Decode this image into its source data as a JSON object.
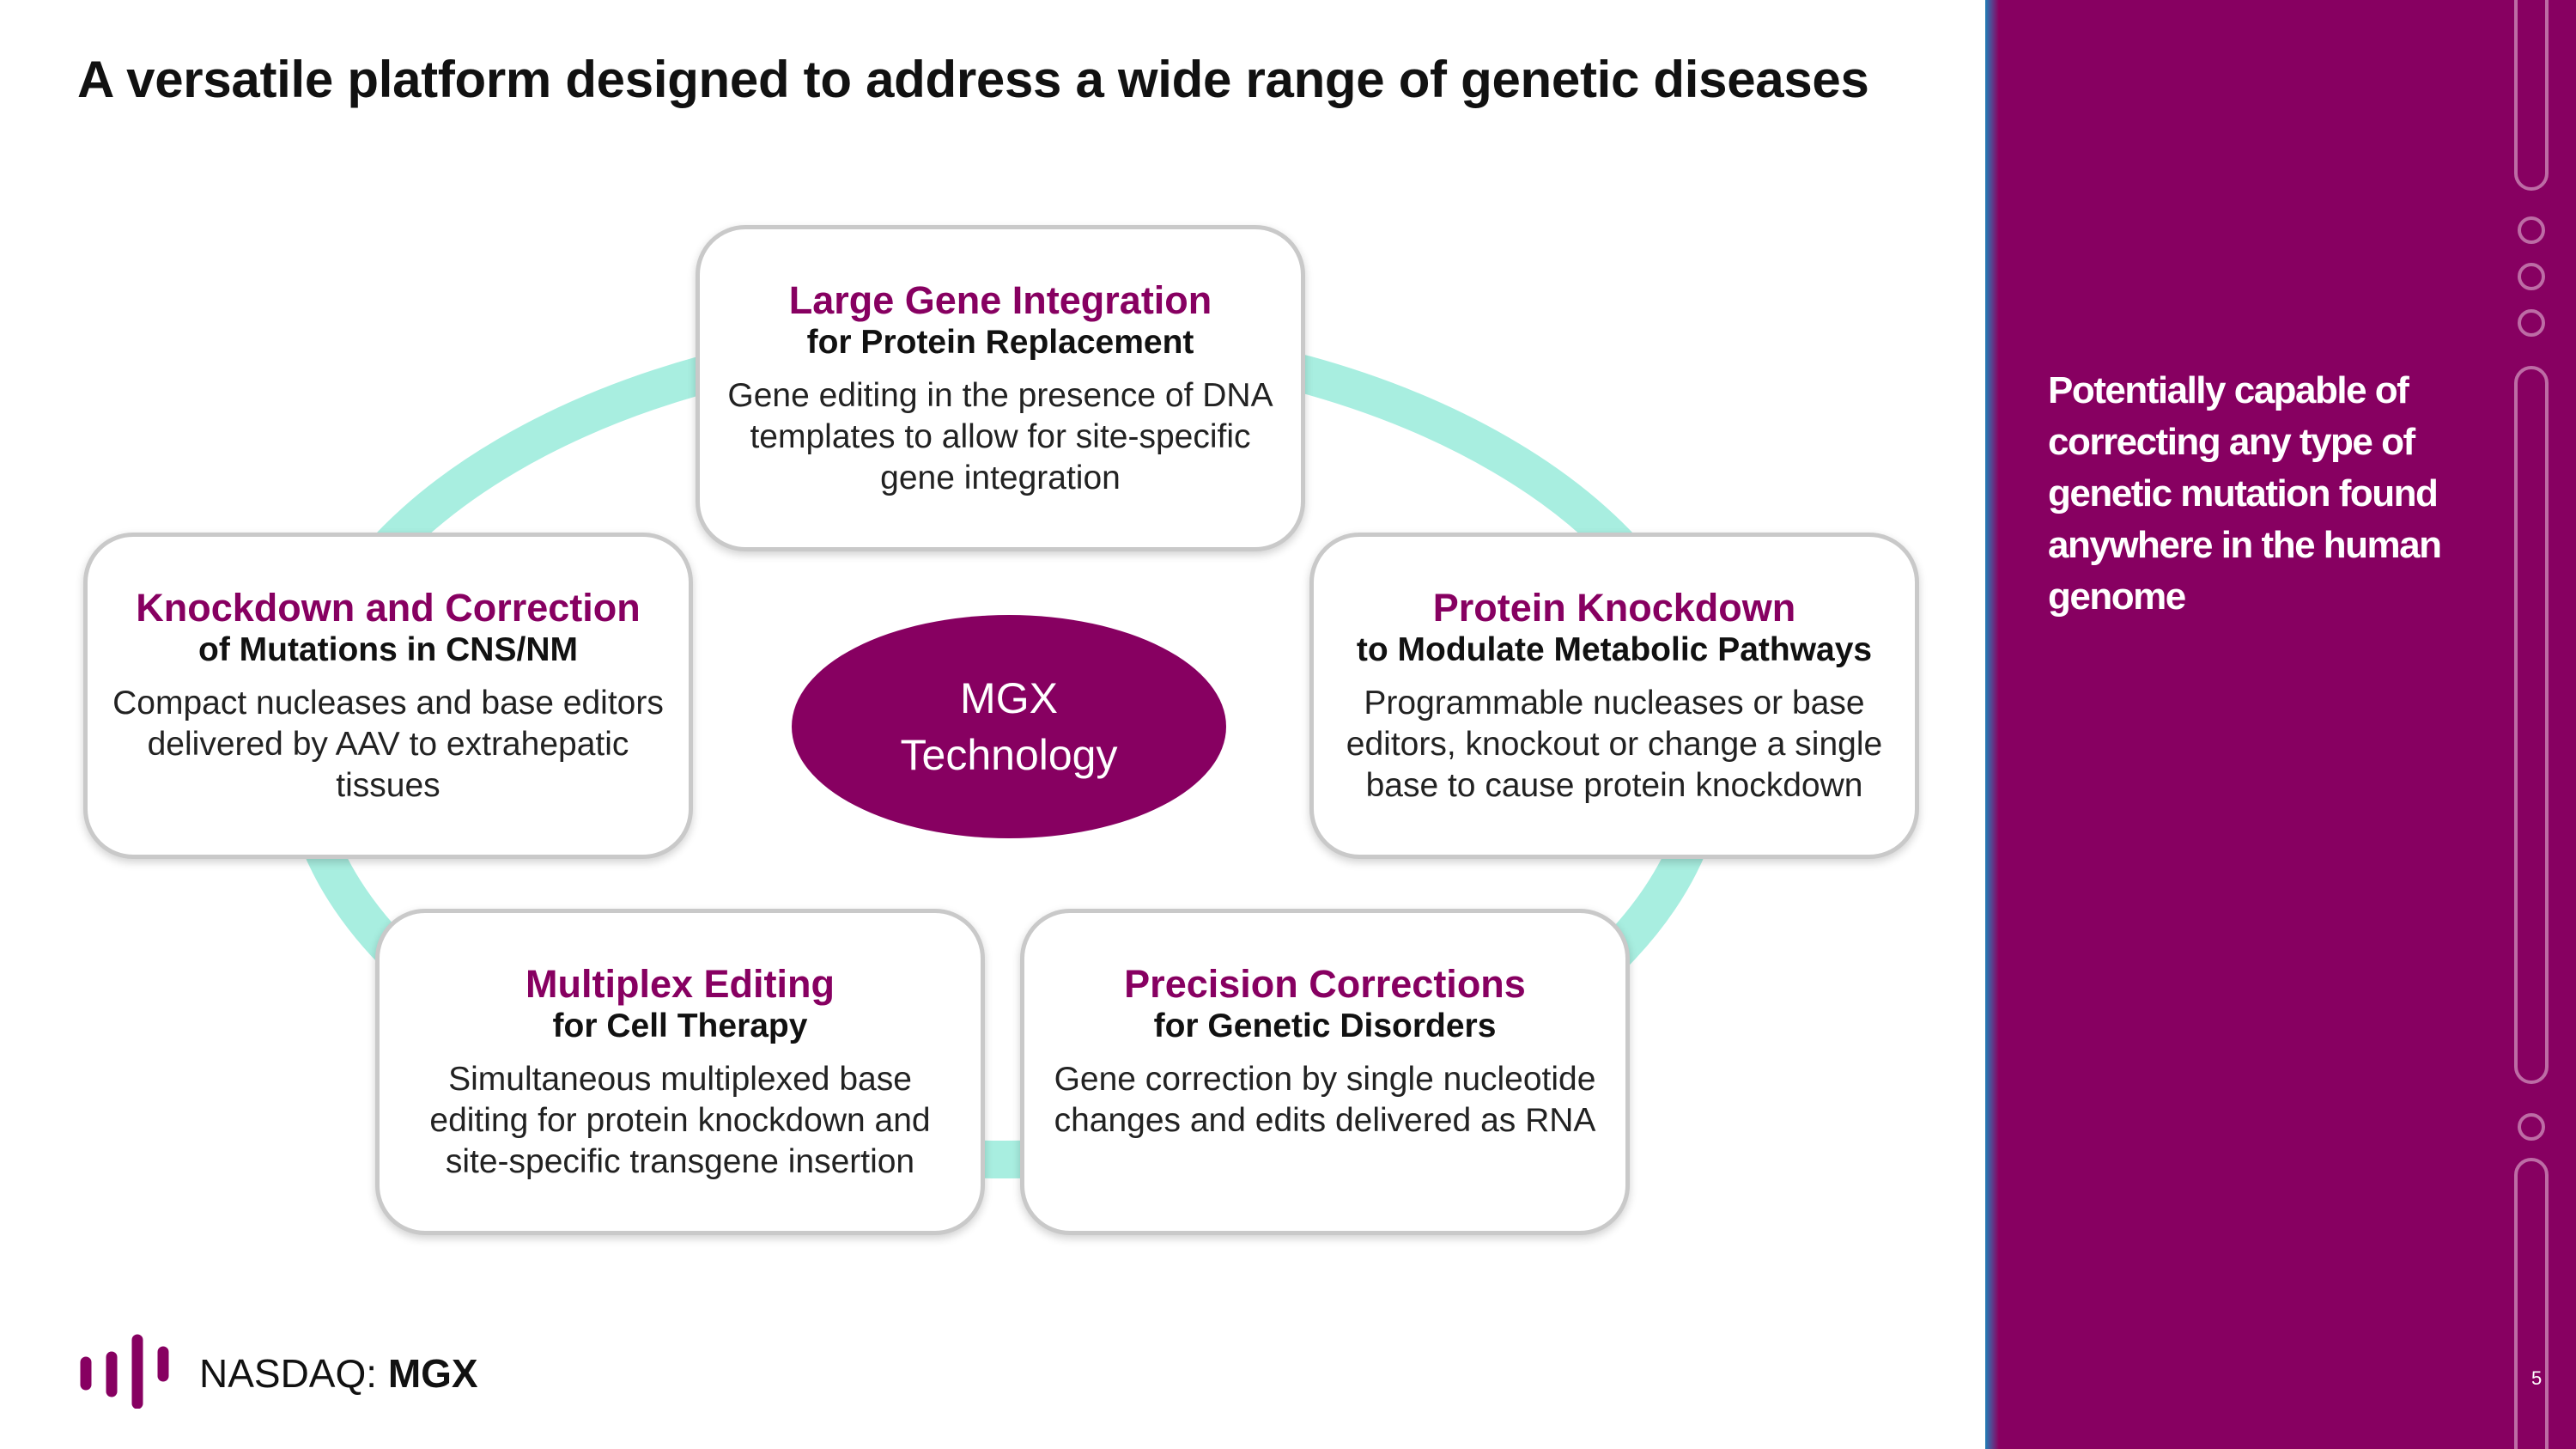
{
  "colors": {
    "accent": "#870061",
    "ring": "#a8eee0",
    "card_border": "#c9c9c9",
    "sidebar_edge": "#1f7fb8"
  },
  "slide": {
    "title": "A versatile platform designed to address a wide range of genetic diseases",
    "page_number": "5"
  },
  "hub": {
    "line1": "MGX",
    "line2": "Technology"
  },
  "cards": [
    {
      "heading": "Large Gene Integration",
      "sub": "for Protein Replacement",
      "body": "Gene editing in the presence of DNA templates to allow for site-specific gene integration"
    },
    {
      "heading": "Protein Knockdown",
      "sub": "to Modulate Metabolic Pathways",
      "body": "Programmable nucleases or base editors, knockout or change a single base to cause protein knockdown"
    },
    {
      "heading": "Precision Corrections",
      "sub": "for Genetic Disorders",
      "body": "Gene correction by single nucleotide changes and edits delivered as RNA"
    },
    {
      "heading": "Multiplex Editing",
      "sub": "for Cell Therapy",
      "body": "Simultaneous multiplexed base editing for protein knockdown and site-specific transgene insertion"
    },
    {
      "heading": "Knockdown and Correction",
      "sub": "of Mutations in CNS/NM",
      "body": "Compact nucleases and base editors delivered by AAV to extrahepatic tissues"
    }
  ],
  "sidebar": {
    "text": "Potentially capable of correcting any type of genetic mutation found anywhere in the human genome"
  },
  "footer": {
    "logo_icon": "bars-logo-icon",
    "exchange_label": "NASDAQ:",
    "ticker": "MGX"
  }
}
